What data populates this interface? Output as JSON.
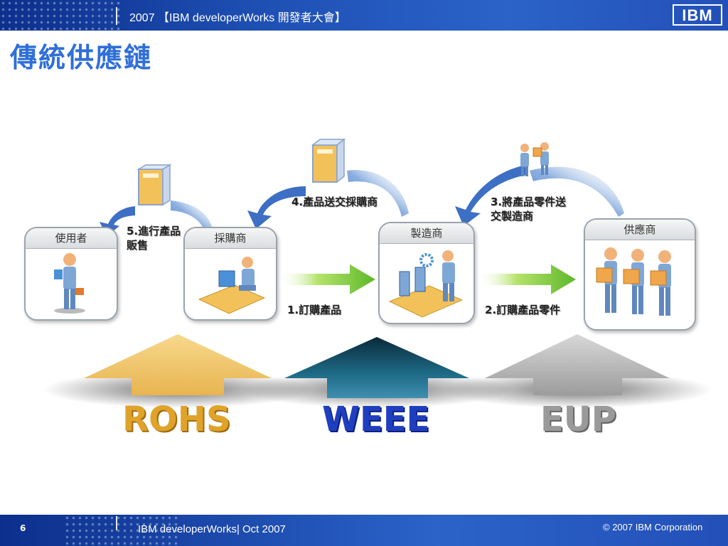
{
  "header": {
    "title": "2007 【IBM developerWorks 開發者大會】",
    "logo": "IBM"
  },
  "page_title": "傳統供應鏈",
  "nodes": {
    "user": "使用者",
    "buyer": "採購商",
    "manufacturer": "製造商",
    "supplier": "供應商"
  },
  "flows": {
    "step1": "1.訂購產品",
    "step2": "2.訂購產品零件",
    "step3": "3.將產品零件送交製造商",
    "step4": "4.產品送交採購商",
    "step5": "5.進行產品販售"
  },
  "regulations": {
    "rohs": "ROHS",
    "weee": "WEEE",
    "eup": "EUP"
  },
  "colors": {
    "rohs": "#e0a32a",
    "weee": "#1f3fbf",
    "eup": "#9a9a9a",
    "title": "#2f6fd8"
  },
  "footer": {
    "page_number": "6",
    "left_text": "IBM developerWorks| Oct 2007",
    "right_text": "© 2007 IBM Corporation"
  }
}
